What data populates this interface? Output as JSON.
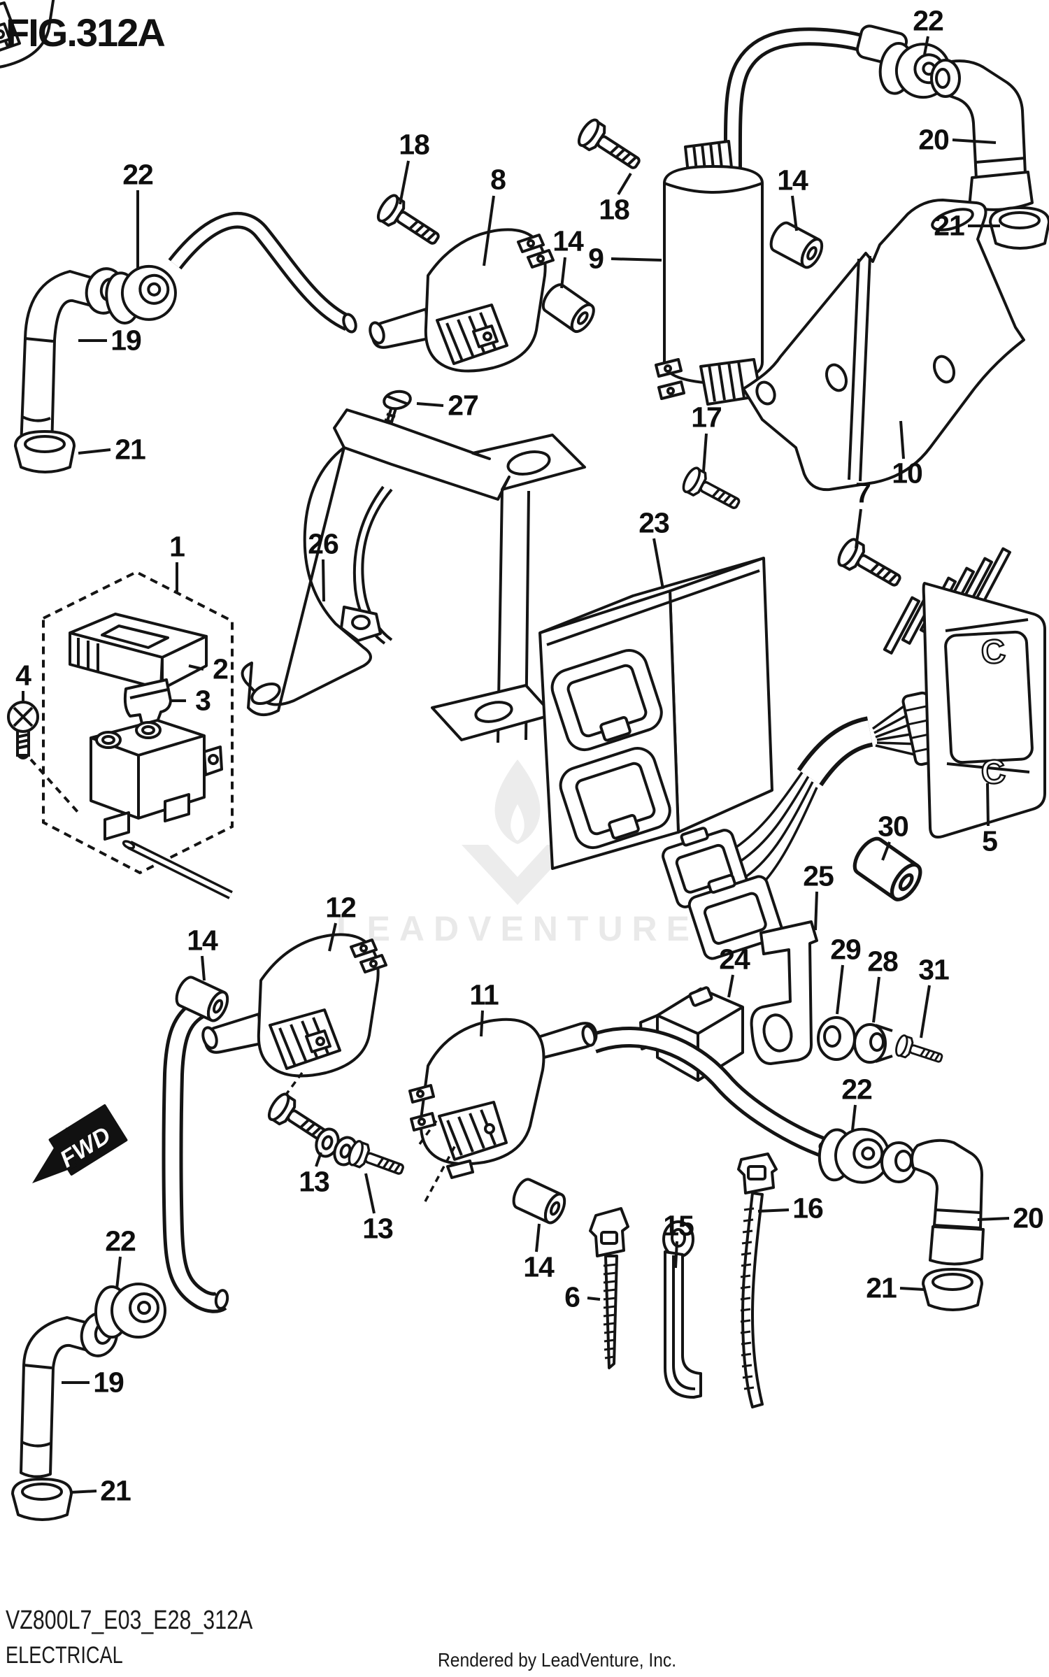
{
  "figure": {
    "title": "FIG.312A"
  },
  "watermark": {
    "text": "LEADVENTURE"
  },
  "direction_label": "FWD",
  "regulator": {
    "mark_top": "C",
    "mark_bottom": "C"
  },
  "footer": {
    "part_code": "VZ800L7_E03_E28_312A",
    "section": "ELECTRICAL",
    "credit": "Rendered by LeadVenture, Inc."
  },
  "callouts": [
    {
      "ref": "22"
    },
    {
      "ref": "19"
    },
    {
      "ref": "21"
    },
    {
      "ref": "18"
    },
    {
      "ref": "8"
    },
    {
      "ref": "14"
    },
    {
      "ref": "9"
    },
    {
      "ref": "18"
    },
    {
      "ref": "14"
    },
    {
      "ref": "22"
    },
    {
      "ref": "20"
    },
    {
      "ref": "21"
    },
    {
      "ref": "27"
    },
    {
      "ref": "26"
    },
    {
      "ref": "17"
    },
    {
      "ref": "10"
    },
    {
      "ref": "7"
    },
    {
      "ref": "23"
    },
    {
      "ref": "1"
    },
    {
      "ref": "2"
    },
    {
      "ref": "3"
    },
    {
      "ref": "4"
    },
    {
      "ref": "5"
    },
    {
      "ref": "30"
    },
    {
      "ref": "25"
    },
    {
      "ref": "12"
    },
    {
      "ref": "24"
    },
    {
      "ref": "29"
    },
    {
      "ref": "28"
    },
    {
      "ref": "31"
    },
    {
      "ref": "14"
    },
    {
      "ref": "11"
    },
    {
      "ref": "22"
    },
    {
      "ref": "13"
    },
    {
      "ref": "13"
    },
    {
      "ref": "14"
    },
    {
      "ref": "6"
    },
    {
      "ref": "15"
    },
    {
      "ref": "16"
    },
    {
      "ref": "20"
    },
    {
      "ref": "21"
    },
    {
      "ref": "22"
    },
    {
      "ref": "19"
    },
    {
      "ref": "21"
    }
  ]
}
